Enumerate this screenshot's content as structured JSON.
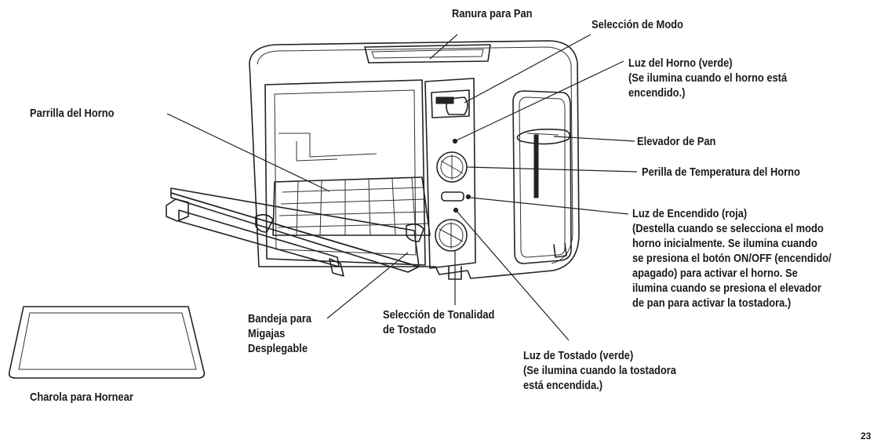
{
  "labels": {
    "ranura": "Ranura para Pan",
    "seleccion_modo": "Selección de Modo",
    "luz_horno": [
      "Luz del Horno (verde)",
      "(Se ilumina cuando el horno está",
      "encendido.)"
    ],
    "parrilla": "Parrilla del Horno",
    "elevador": "Elevador de Pan",
    "perilla_temp": "Perilla de Temperatura del Horno",
    "luz_encendido": [
      "Luz de Encendido (roja)",
      "(Destella cuando se selecciona el modo",
      "horno inicialmente. Se ilumina cuando",
      "se presiona el botón ON/OFF (encendido/",
      "apagado) para activar el horno. Se",
      "ilumina cuando se presiona el elevador",
      "de pan para activar la tostadora.)"
    ],
    "bandeja": [
      "Bandeja para",
      "Migajas",
      "Desplegable"
    ],
    "tonalidad": [
      "Selección de Tonalidad",
      "de Tostado"
    ],
    "luz_tostado": [
      "Luz de Tostado (verde)",
      "(Se ilumina cuando la tostadora",
      "está encendida.)"
    ],
    "charola": "Charola para Hornear"
  },
  "page_number": "23"
}
